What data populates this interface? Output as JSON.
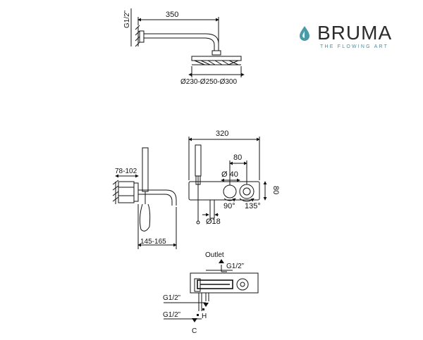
{
  "brand": {
    "name": "BRUMA",
    "tagline": "THE FLOWING ART",
    "logo_icon": "water-drop-icon",
    "accent_color": "#4a9aa8"
  },
  "shower_head": {
    "connection": "G1/2”",
    "arm_length": "350",
    "diameters": "Ø230-Ø250-Ø300"
  },
  "side_view": {
    "depth": "78-102",
    "projection": "145-165"
  },
  "front_view": {
    "width": "320",
    "spacing": "80",
    "handle_diameter": "Ø 40",
    "height": "80",
    "rotation_left": "90°",
    "rotation_right": "135°",
    "handshower_diameter": "Ø18"
  },
  "valve_section": {
    "outlet_label": "Outlet",
    "outlet_thread": "G1/2”",
    "hot_thread": "G1/2”",
    "cold_thread": "G1/2”",
    "hot_letter": "H",
    "cold_letter": "C"
  }
}
